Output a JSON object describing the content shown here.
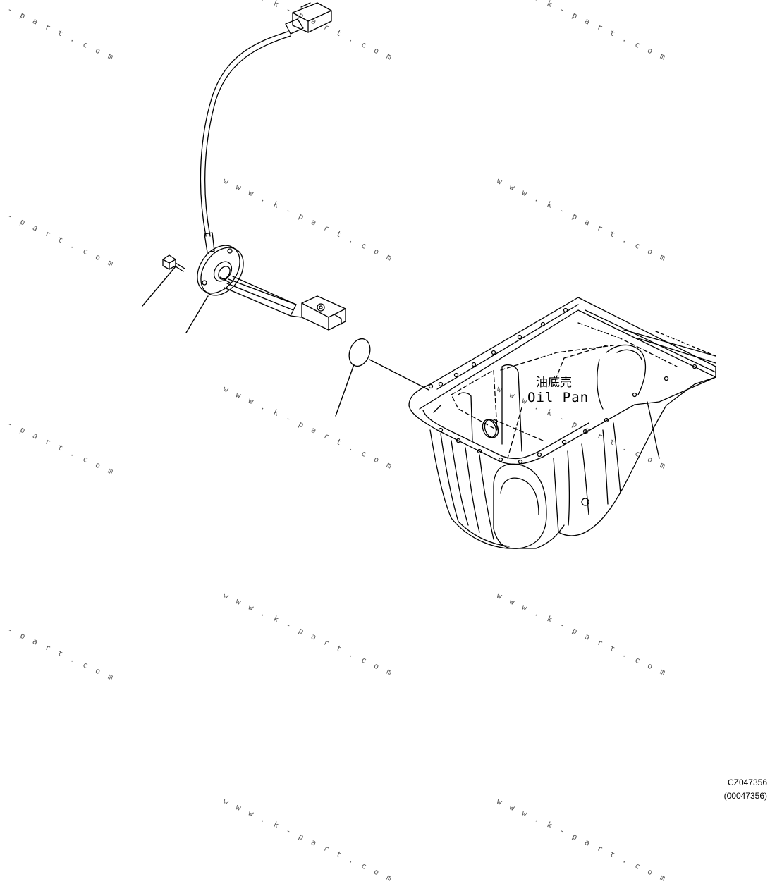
{
  "watermark": "w w w . k - p a r t . c o m",
  "labels": {
    "cn": "油底壳",
    "en": "Oil Pan"
  },
  "drawing_codes": {
    "primary": "CZ047356",
    "secondary": "(00047356)"
  }
}
